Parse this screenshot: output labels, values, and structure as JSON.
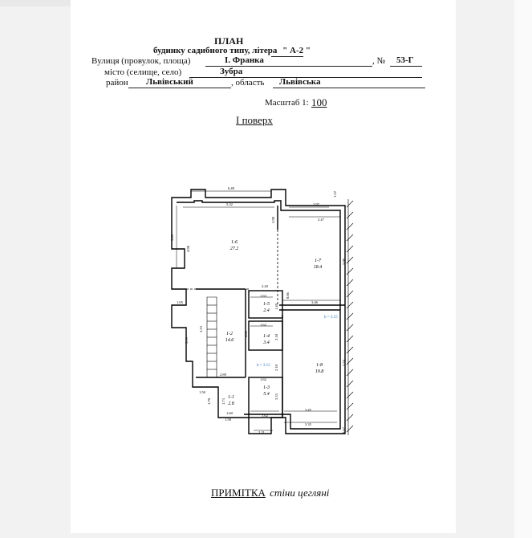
{
  "header": {
    "title": "ПЛАН",
    "subtitle_prefix": "будинку садибного типу, літера",
    "letter": "\" А-2 \"",
    "street_label": "Вулиця (провулок, площа)",
    "street_value": "І. Франка",
    "number_label": ", №",
    "number_value": "53-Г",
    "town_label": "місто (селище, село)",
    "town_value": "Зубра",
    "district_label": "район",
    "district_value": "Львівський",
    "region_label": ", область",
    "region_value": "Львівська",
    "scale_label": "Масштаб 1:",
    "scale_value": "100"
  },
  "floor_title": "І поверх",
  "rooms": [
    {
      "id": "1-6",
      "area": "27.2"
    },
    {
      "id": "1-7",
      "area": "18.4"
    },
    {
      "id": "1-5",
      "area": "2.4"
    },
    {
      "id": "1-4",
      "area": "3.4"
    },
    {
      "id": "1-2",
      "area": "14.6"
    },
    {
      "id": "1-8",
      "area": "19.8"
    },
    {
      "id": "1-3",
      "area": "5.4"
    },
    {
      "id": "1-1",
      "area": "2.8"
    }
  ],
  "dimensions": [
    "6.48",
    "5.32",
    "1.22",
    "2.97",
    "3.47",
    "3.90",
    "5.46",
    "4.98",
    "5.08",
    "2.20",
    "1.63",
    "1.49",
    "0.86",
    "3.46",
    "1.62",
    "2.10",
    "1.05",
    "4.06",
    "3.23",
    "5.19",
    "2.89",
    "5.74",
    "2.10",
    "1.62",
    "1.50",
    "3.33",
    "1.70",
    "1.73",
    "1.60",
    "1.58",
    "3.45",
    "1.62",
    "3.35",
    "2.21",
    "0.67"
  ],
  "levels": [
    "h = 3.15",
    "h = 3.15"
  ],
  "footer": {
    "note_label": "ПРИМІТКА",
    "note_text": "стіни цегляні"
  }
}
